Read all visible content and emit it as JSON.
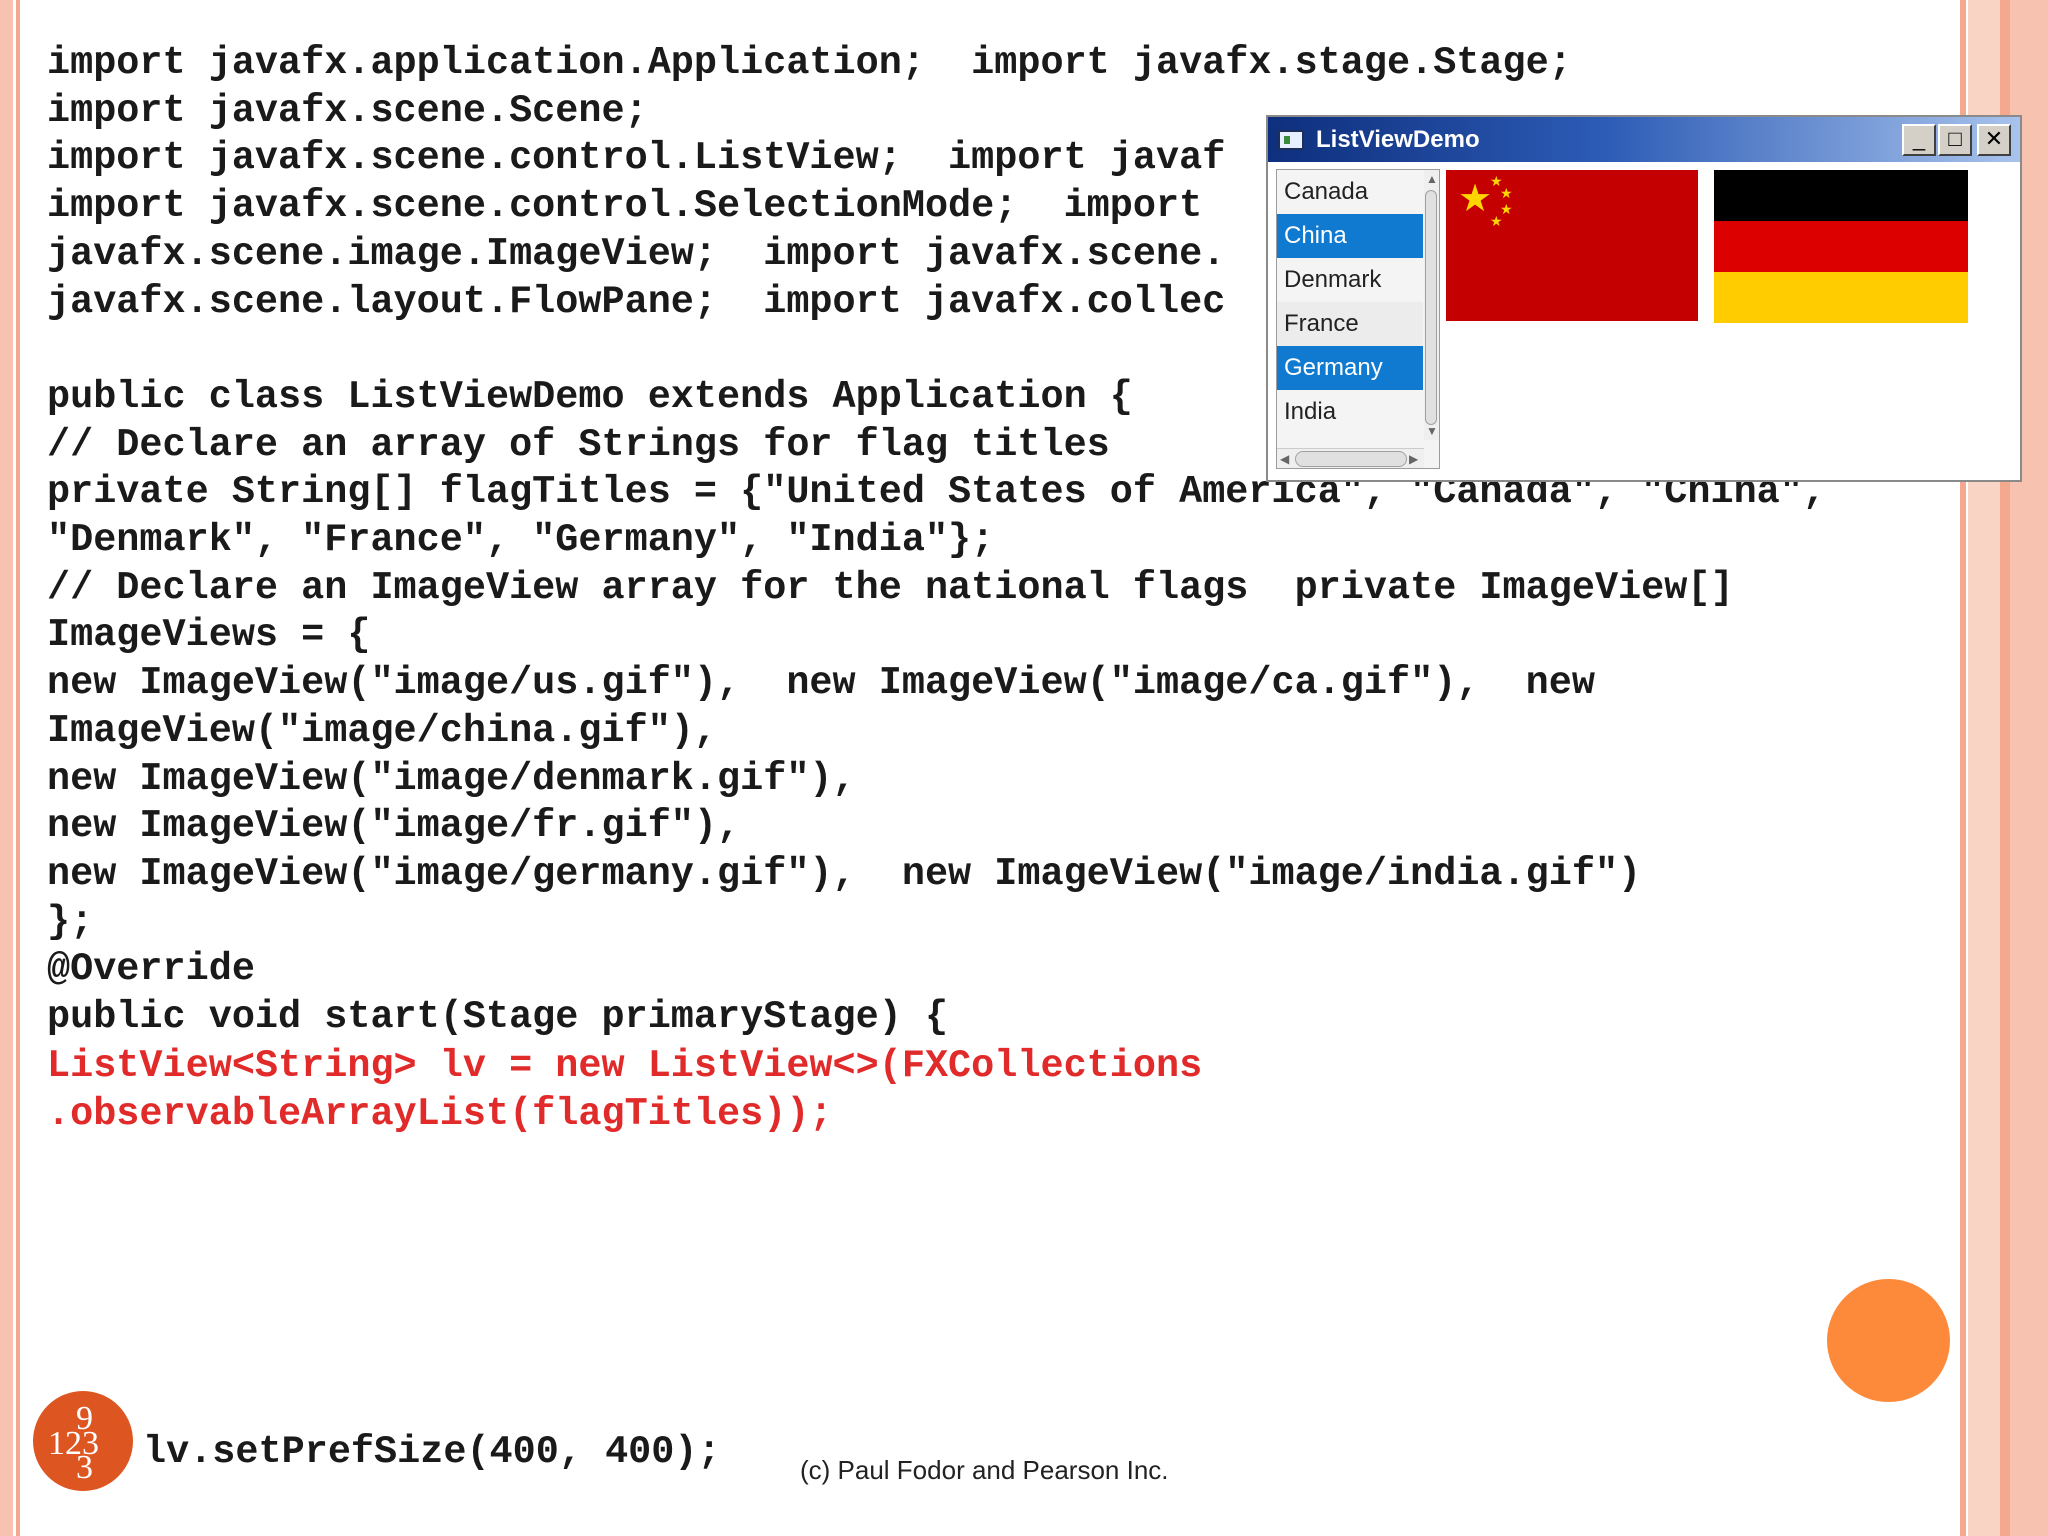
{
  "code": {
    "main": "import javafx.application.Application;  import javafx.stage.Stage;\nimport javafx.scene.Scene;\nimport javafx.scene.control.ListView;  import javaf\nimport javafx.scene.control.SelectionMode;  import\njavafx.scene.image.ImageView;  import javafx.scene.\njavafx.scene.layout.FlowPane;  import javafx.collec\n\npublic class ListViewDemo extends Application {\n// Declare an array of Strings for flag titles\nprivate String[] flagTitles = {\"United States of America\", \"Canada\", \"China\",\n\"Denmark\", \"France\", \"Germany\", \"India\"};\n// Declare an ImageView array for the national flags  private ImageView[]\nImageViews = {\nnew ImageView(\"image/us.gif\"),  new ImageView(\"image/ca.gif\"),  new\nImageView(\"image/china.gif\"),\nnew ImageView(\"image/denmark.gif\"),\nnew ImageView(\"image/fr.gif\"),\nnew ImageView(\"image/germany.gif\"),  new ImageView(\"image/india.gif\")\n};\n@Override\npublic void start(Stage primaryStage) {",
    "highlight": "ListView<String> lv = new ListView<>(FXCollections\n.observableArrayList(flagTitles));",
    "last": "lv.setPrefSize(400, 400);"
  },
  "footer": "(c) Paul Fodor and Pearson Inc.",
  "page_number": {
    "top": "9",
    "middle": "123",
    "bottom": "3"
  },
  "window": {
    "title": "ListViewDemo",
    "minimize": "_",
    "maximize": "□",
    "close": "✕",
    "list_items": [
      {
        "label": "Canada",
        "selected": false
      },
      {
        "label": "China",
        "selected": true
      },
      {
        "label": "Denmark",
        "selected": false
      },
      {
        "label": "France",
        "selected": false
      },
      {
        "label": "Germany",
        "selected": true
      },
      {
        "label": "India",
        "selected": false
      }
    ],
    "flags": [
      "china-flag",
      "germany-flag"
    ]
  },
  "colors": {
    "code_highlight": "#e12a2a",
    "list_selection": "#0f7ad0",
    "accent_circle": "#fd8a3b",
    "badge": "#dd5622"
  }
}
